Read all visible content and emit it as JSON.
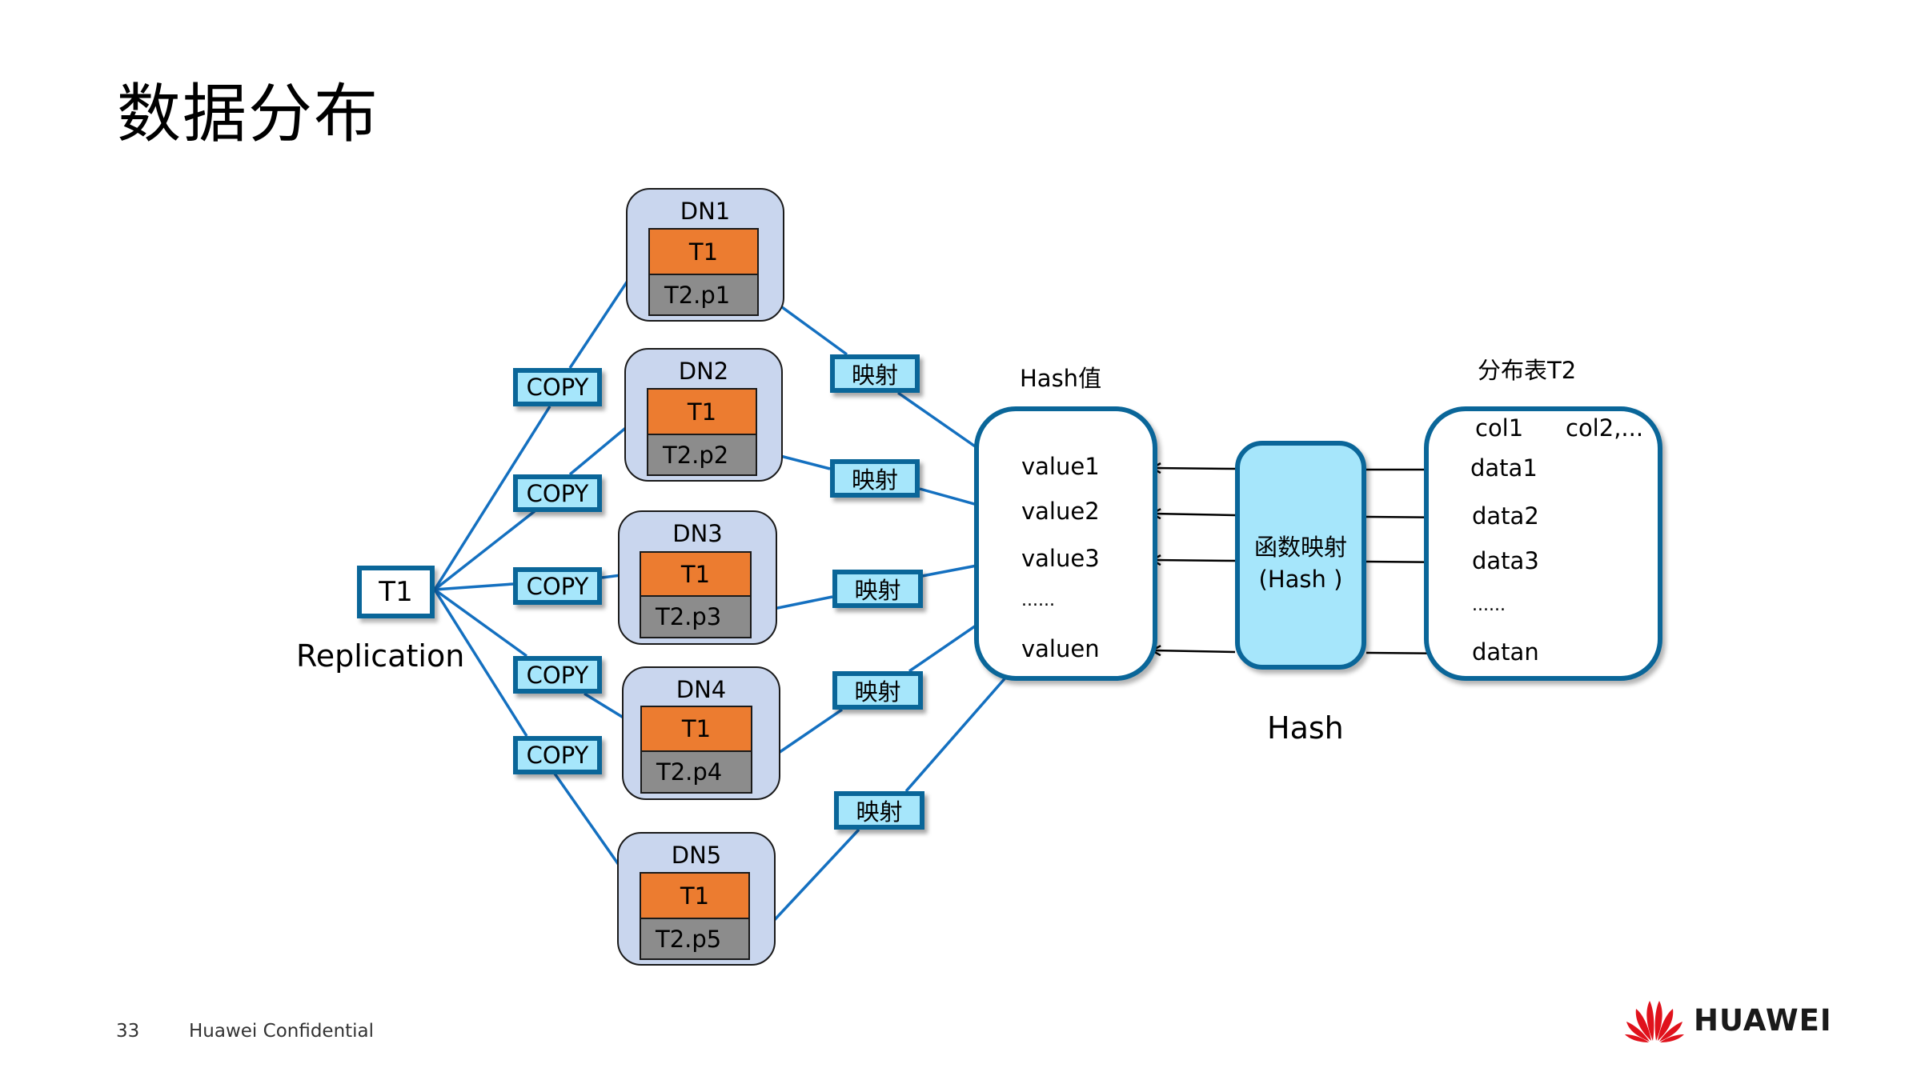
{
  "title": "数据分布",
  "source": {
    "label": "T1",
    "caption": "Replication"
  },
  "copy_label": "COPY",
  "map_label": "映射",
  "data_nodes": [
    {
      "name": "DN1",
      "replica": "T1",
      "partition": "T2.p1"
    },
    {
      "name": "DN2",
      "replica": "T1",
      "partition": "T2.p2"
    },
    {
      "name": "DN3",
      "replica": "T1",
      "partition": "T2.p3"
    },
    {
      "name": "DN4",
      "replica": "T1",
      "partition": "T2.p4"
    },
    {
      "name": "DN5",
      "replica": "T1",
      "partition": "T2.p5"
    }
  ],
  "hash_values": {
    "title": "Hash值",
    "rows": [
      "value1",
      "value2",
      "value3",
      "......",
      "valuen"
    ]
  },
  "hash_function": {
    "line1": "函数映射",
    "line2": "(Hash )",
    "caption": "Hash"
  },
  "table": {
    "title": "分布表T2",
    "columns": [
      "col1",
      "col2,..."
    ],
    "rows": [
      "data1",
      "data2",
      "data3",
      "......",
      "datan"
    ]
  },
  "colors": {
    "accent": "#0a6699",
    "line": "#1470c0",
    "node_bg": "#c9d6ee",
    "replica": "#ec7c30",
    "partition": "#8c8c8c",
    "tag_bg": "#a6e6fb",
    "brand": "#e0121c"
  },
  "footer": {
    "page": "33",
    "confidential": "Huawei Confidential",
    "brand": "HUAWEI"
  }
}
